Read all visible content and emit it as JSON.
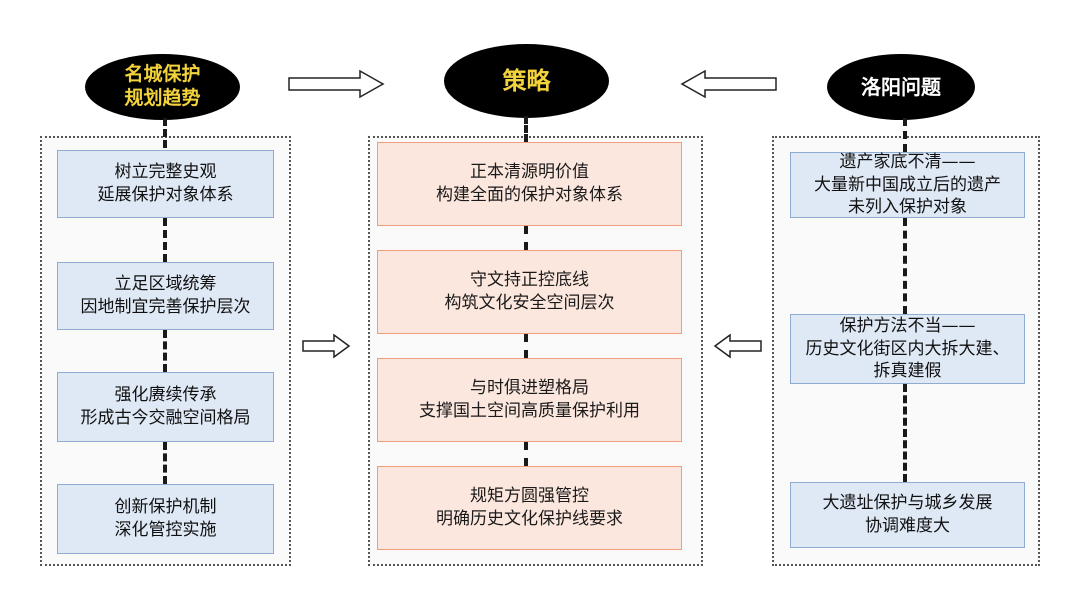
{
  "left": {
    "title": "名城保护\n规划趋势",
    "items": [
      {
        "text": "树立完整史观\n延展保护对象体系"
      },
      {
        "text": "立足区域统筹\n因地制宜完善保护层次"
      },
      {
        "text": "强化赓续传承\n形成古今交融空间格局"
      },
      {
        "text": "创新保护机制\n深化管控实施"
      }
    ]
  },
  "center": {
    "title": "策略",
    "items": [
      {
        "text": "正本清源明价值\n构建全面的保护对象体系"
      },
      {
        "text": "守文持正控底线\n构筑文化安全空间层次"
      },
      {
        "text": "与时俱进塑格局\n支撑国土空间高质量保护利用"
      },
      {
        "text": "规矩方圆强管控\n明确历史文化保护线要求"
      }
    ]
  },
  "right": {
    "title": "洛阳问题",
    "items": [
      {
        "text": "遗产家底不清——\n大量新中国成立后的遗产\n未列入保护对象"
      },
      {
        "text": "保护方法不当——\n历史文化街区内大拆大建、\n拆真建假"
      },
      {
        "text": "大遗址保护与城乡发展\n协调难度大"
      }
    ]
  },
  "colors": {
    "left_title_text": "#f2d33c",
    "center_title_text": "#f2d33c",
    "right_title_text": "#ffffff",
    "blue_box_fill": "#dfe9f5",
    "orange_box_fill": "#fce7de"
  }
}
